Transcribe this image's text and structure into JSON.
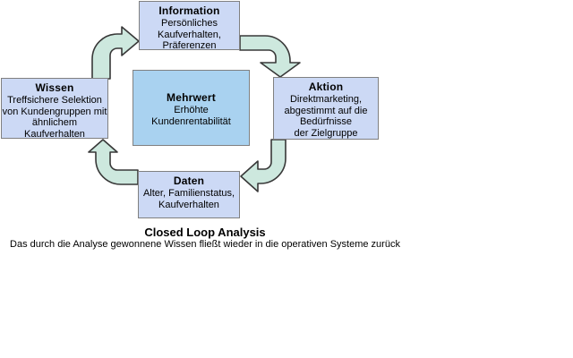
{
  "diagram": {
    "caption": {
      "title": "Closed Loop Analysis",
      "subtitle": "Das durch die Analyse gewonnene Wissen fließt wieder in die operativen Systeme zurück"
    },
    "nodes": {
      "information": {
        "title": "Information",
        "lines": [
          "Persönliches",
          "Kaufverhalten,",
          "Präferenzen"
        ]
      },
      "aktion": {
        "title": "Aktion",
        "lines": [
          "Direktmarketing,",
          "abgestimmt auf die",
          "Bedürfnisse",
          "der Zielgruppe"
        ]
      },
      "daten": {
        "title": "Daten",
        "lines": [
          "Alter, Familienstatus,",
          "Kaufverhalten"
        ]
      },
      "wissen": {
        "title": "Wissen",
        "lines": [
          "Treffsichere Selektion",
          "von Kundengruppen mit",
          "ähnlichem",
          "Kaufverhalten"
        ]
      },
      "mehrwert": {
        "title": "Mehrwert",
        "lines": [
          "Erhöhte",
          "Kundenrentabilität"
        ]
      }
    },
    "arrows": [
      {
        "name": "wissen-to-information",
        "direction": "up-then-right"
      },
      {
        "name": "information-to-aktion",
        "direction": "right-then-down"
      },
      {
        "name": "aktion-to-daten",
        "direction": "down-then-left"
      },
      {
        "name": "daten-to-wissen",
        "direction": "left-then-up"
      }
    ],
    "colors": {
      "node_fill": "#ccd9f5",
      "center_node_fill": "#a9d2f0",
      "node_border": "#808080",
      "arrow_fill": "#cde8de",
      "arrow_stroke": "#383838"
    }
  }
}
